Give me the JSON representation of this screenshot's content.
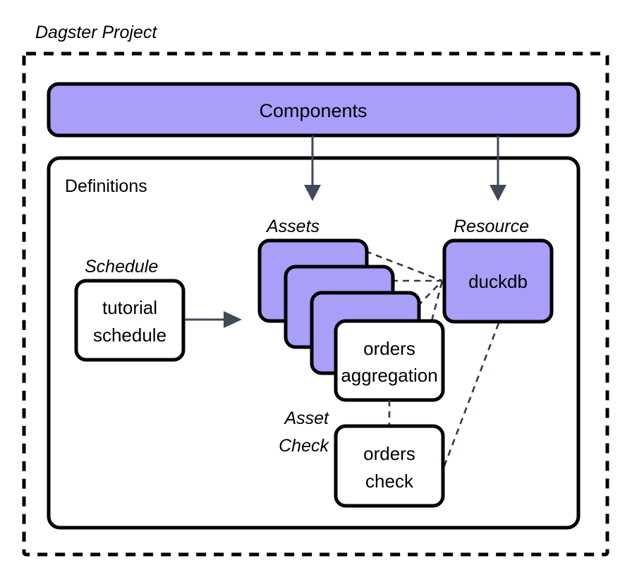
{
  "diagram": {
    "title": "Dagster Project",
    "type": "architecture-diagram",
    "outer_container": {
      "label": "Dagster Project",
      "border_style": "dashed",
      "border_color": "#000000"
    },
    "components_box": {
      "label": "Components",
      "fill_color": "#a89ff8",
      "border_color": "#000000"
    },
    "definitions_box": {
      "label": "Definitions",
      "fill_color": "#ffffff",
      "border_color": "#000000"
    },
    "groups": {
      "schedule_label": "Schedule",
      "assets_label": "Assets",
      "resource_label": "Resource",
      "asset_check_label_line1": "Asset",
      "asset_check_label_line2": "Check"
    },
    "nodes": {
      "schedule": {
        "line1": "tutorial",
        "line2": "schedule",
        "fill_color": "#ffffff"
      },
      "asset_card_1": {
        "label": "",
        "fill_color": "#a89ff8"
      },
      "asset_card_2": {
        "label": "",
        "fill_color": "#a89ff8"
      },
      "asset_card_3": {
        "label": "",
        "fill_color": "#a89ff8"
      },
      "orders_aggregation": {
        "line1": "orders",
        "line2": "aggregation",
        "fill_color": "#ffffff"
      },
      "duckdb": {
        "label": "duckdb",
        "fill_color": "#a89ff8"
      },
      "orders_check": {
        "line1": "orders",
        "line2": "check",
        "fill_color": "#ffffff"
      }
    },
    "edges": [
      {
        "from": "components",
        "to": "assets",
        "style": "solid-arrow"
      },
      {
        "from": "components",
        "to": "resource",
        "style": "solid-arrow"
      },
      {
        "from": "tutorial schedule",
        "to": "assets",
        "style": "solid-arrow"
      },
      {
        "from": "asset_card_1",
        "to": "duckdb",
        "style": "dashed"
      },
      {
        "from": "asset_card_2",
        "to": "duckdb",
        "style": "dashed"
      },
      {
        "from": "asset_card_3",
        "to": "duckdb",
        "style": "dashed"
      },
      {
        "from": "orders_aggregation",
        "to": "duckdb",
        "style": "dashed"
      },
      {
        "from": "orders_aggregation",
        "to": "orders_check",
        "style": "dashed"
      },
      {
        "from": "duckdb",
        "to": "orders_check",
        "style": "dashed"
      }
    ]
  }
}
